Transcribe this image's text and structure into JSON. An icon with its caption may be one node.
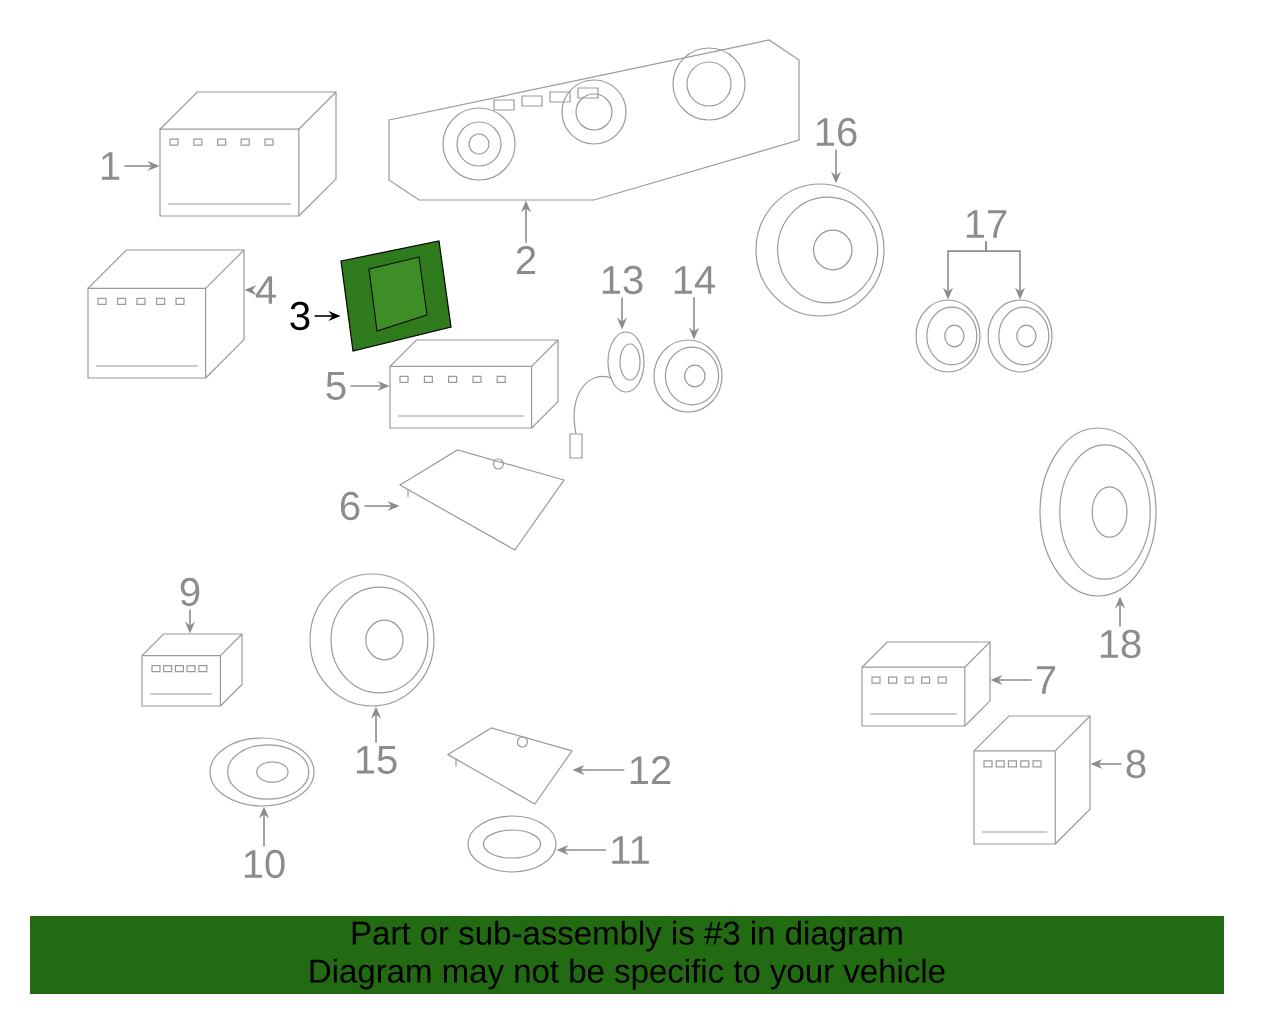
{
  "diagram": {
    "nodes": [
      {
        "text": [
          "1"
        ]
      },
      {
        "text": [],
        "shape": "picture"
      },
      {
        "text": [
          "2"
        ]
      },
      {
        "text": [],
        "shape": "picture"
      },
      {
        "text": [
          "3"
        ]
      },
      {
        "text": [],
        "shape": "picture"
      },
      {
        "text": [
          "4"
        ]
      },
      {
        "text": [],
        "shape": "picture"
      },
      {
        "text": [
          "5"
        ]
      },
      {
        "text": [],
        "shape": "picture"
      },
      {
        "text": [
          "6"
        ]
      },
      {
        "text": [],
        "shape": "picture"
      },
      {
        "text": [
          "13"
        ]
      },
      {
        "text": [],
        "shape": "picture"
      },
      {
        "text": [
          "14"
        ]
      },
      {
        "text": [],
        "shape": "picture"
      },
      {
        "text": [
          "16"
        ]
      },
      {
        "text": [],
        "shape": "picture"
      },
      {
        "text": [
          "17"
        ]
      },
      {
        "text": [],
        "shape": "picture"
      },
      {
        "text": [],
        "shape": "picture"
      },
      {
        "text": [
          "18"
        ]
      },
      {
        "text": [],
        "shape": "picture"
      },
      {
        "text": [
          "9"
        ]
      },
      {
        "text": [],
        "shape": "picture"
      },
      {
        "text": [
          "15"
        ]
      },
      {
        "text": [],
        "shape": "picture"
      },
      {
        "text": [
          "7"
        ]
      },
      {
        "text": [],
        "shape": "picture"
      },
      {
        "text": [
          "8"
        ]
      },
      {
        "text": [],
        "shape": "picture"
      },
      {
        "text": [
          "10"
        ]
      },
      {
        "text": [],
        "shape": "picture"
      },
      {
        "text": [
          "12"
        ]
      },
      {
        "text": [],
        "shape": "picture"
      },
      {
        "text": [
          "11"
        ]
      },
      {
        "text": [],
        "shape": "picture"
      },
      {
        "text": [
          "Part or sub-assembly is #3 in diagram",
          "Diagram may not be specific to your vehicle"
        ]
      }
    ],
    "edges": [
      {
        "from": 0,
        "to": 1,
        "arrow": "to"
      },
      {
        "from": 2,
        "to": 3,
        "arrow": "to"
      },
      {
        "from": 4,
        "to": 5,
        "arrow": "to",
        "color": "#000000"
      },
      {
        "from": 6,
        "to": 7,
        "arrow": "to"
      },
      {
        "from": 8,
        "to": 9,
        "arrow": "to"
      },
      {
        "from": 10,
        "to": 11,
        "arrow": "to"
      },
      {
        "from": 12,
        "to": 13,
        "arrow": "to"
      },
      {
        "from": 14,
        "to": 15,
        "arrow": "to"
      },
      {
        "from": 16,
        "to": 17,
        "arrow": "to"
      },
      {
        "from": 18,
        "to": 19,
        "arrow": "to"
      },
      {
        "from": 18,
        "to": 20,
        "arrow": "to"
      },
      {
        "from": 21,
        "to": 22,
        "arrow": "to"
      },
      {
        "from": 23,
        "to": 24,
        "arrow": "to"
      },
      {
        "from": 25,
        "to": 26,
        "arrow": "to"
      },
      {
        "from": 27,
        "to": 28,
        "arrow": "to"
      },
      {
        "from": 29,
        "to": 30,
        "arrow": "to"
      },
      {
        "from": 31,
        "to": 32,
        "arrow": "to"
      },
      {
        "from": 33,
        "to": 34,
        "arrow": "to"
      },
      {
        "from": 35,
        "to": 36,
        "arrow": "to"
      }
    ]
  }
}
